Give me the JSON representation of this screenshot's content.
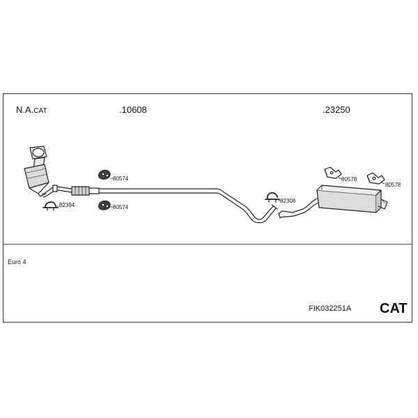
{
  "header": {
    "section1_code": "N.A.",
    "section1_suffix": "CAT",
    "section2_code": ".10608",
    "section3_code": ".23250"
  },
  "parts": {
    "hanger_upper": "80574",
    "hanger_lower": "80574",
    "clamp_front": "82394",
    "clamp_rear": "82308",
    "hanger_rear_left": "80578",
    "hanger_rear_right": "80578"
  },
  "footer": {
    "emission_class": "Euro 4",
    "kit_code": "FIK032251A",
    "type_label": "CAT"
  }
}
